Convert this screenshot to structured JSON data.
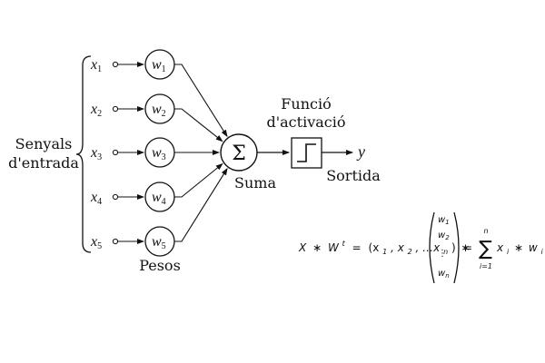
{
  "diagram": {
    "left_label_line1": "Senyals",
    "left_label_line2": "d'entrada",
    "inputs": [
      {
        "var": "x",
        "sub": "1",
        "weight_var": "w",
        "weight_sub": "1"
      },
      {
        "var": "x",
        "sub": "2",
        "weight_var": "w",
        "weight_sub": "2"
      },
      {
        "var": "x",
        "sub": "3",
        "weight_var": "w",
        "weight_sub": "3"
      },
      {
        "var": "x",
        "sub": "4",
        "weight_var": "w",
        "weight_sub": "4"
      },
      {
        "var": "x",
        "sub": "5",
        "weight_var": "w",
        "weight_sub": "5"
      }
    ],
    "weights_label": "Pesos",
    "sum_symbol": "Σ",
    "sum_label": "Suma",
    "activation_label_line1": "Funció",
    "activation_label_line2": "d'activació",
    "output_var": "y",
    "output_label": "Sortida"
  },
  "formula": {
    "lhs_x": "X",
    "star": "∗",
    "lhs_w": "W",
    "lhs_sup": "t",
    "equals": "=",
    "tuple": "(x",
    "tuple_sub1": "1",
    "tuple_comma1": ", x",
    "tuple_sub2": "2",
    "tuple_dots": ", …x",
    "tuple_subn": "n",
    "tuple_close": ")",
    "vector": [
      {
        "var": "w",
        "sub": "1"
      },
      {
        "var": "w",
        "sub": "2"
      },
      {
        "var": "⋮",
        "sub": ""
      },
      {
        "var": "w",
        "sub": "n"
      }
    ],
    "sum_sign": "∑",
    "sum_top": "n",
    "sum_bottom": "i=1",
    "term_x": "x",
    "term_xsub": "i",
    "term_w": "w",
    "term_wsub": "i"
  }
}
